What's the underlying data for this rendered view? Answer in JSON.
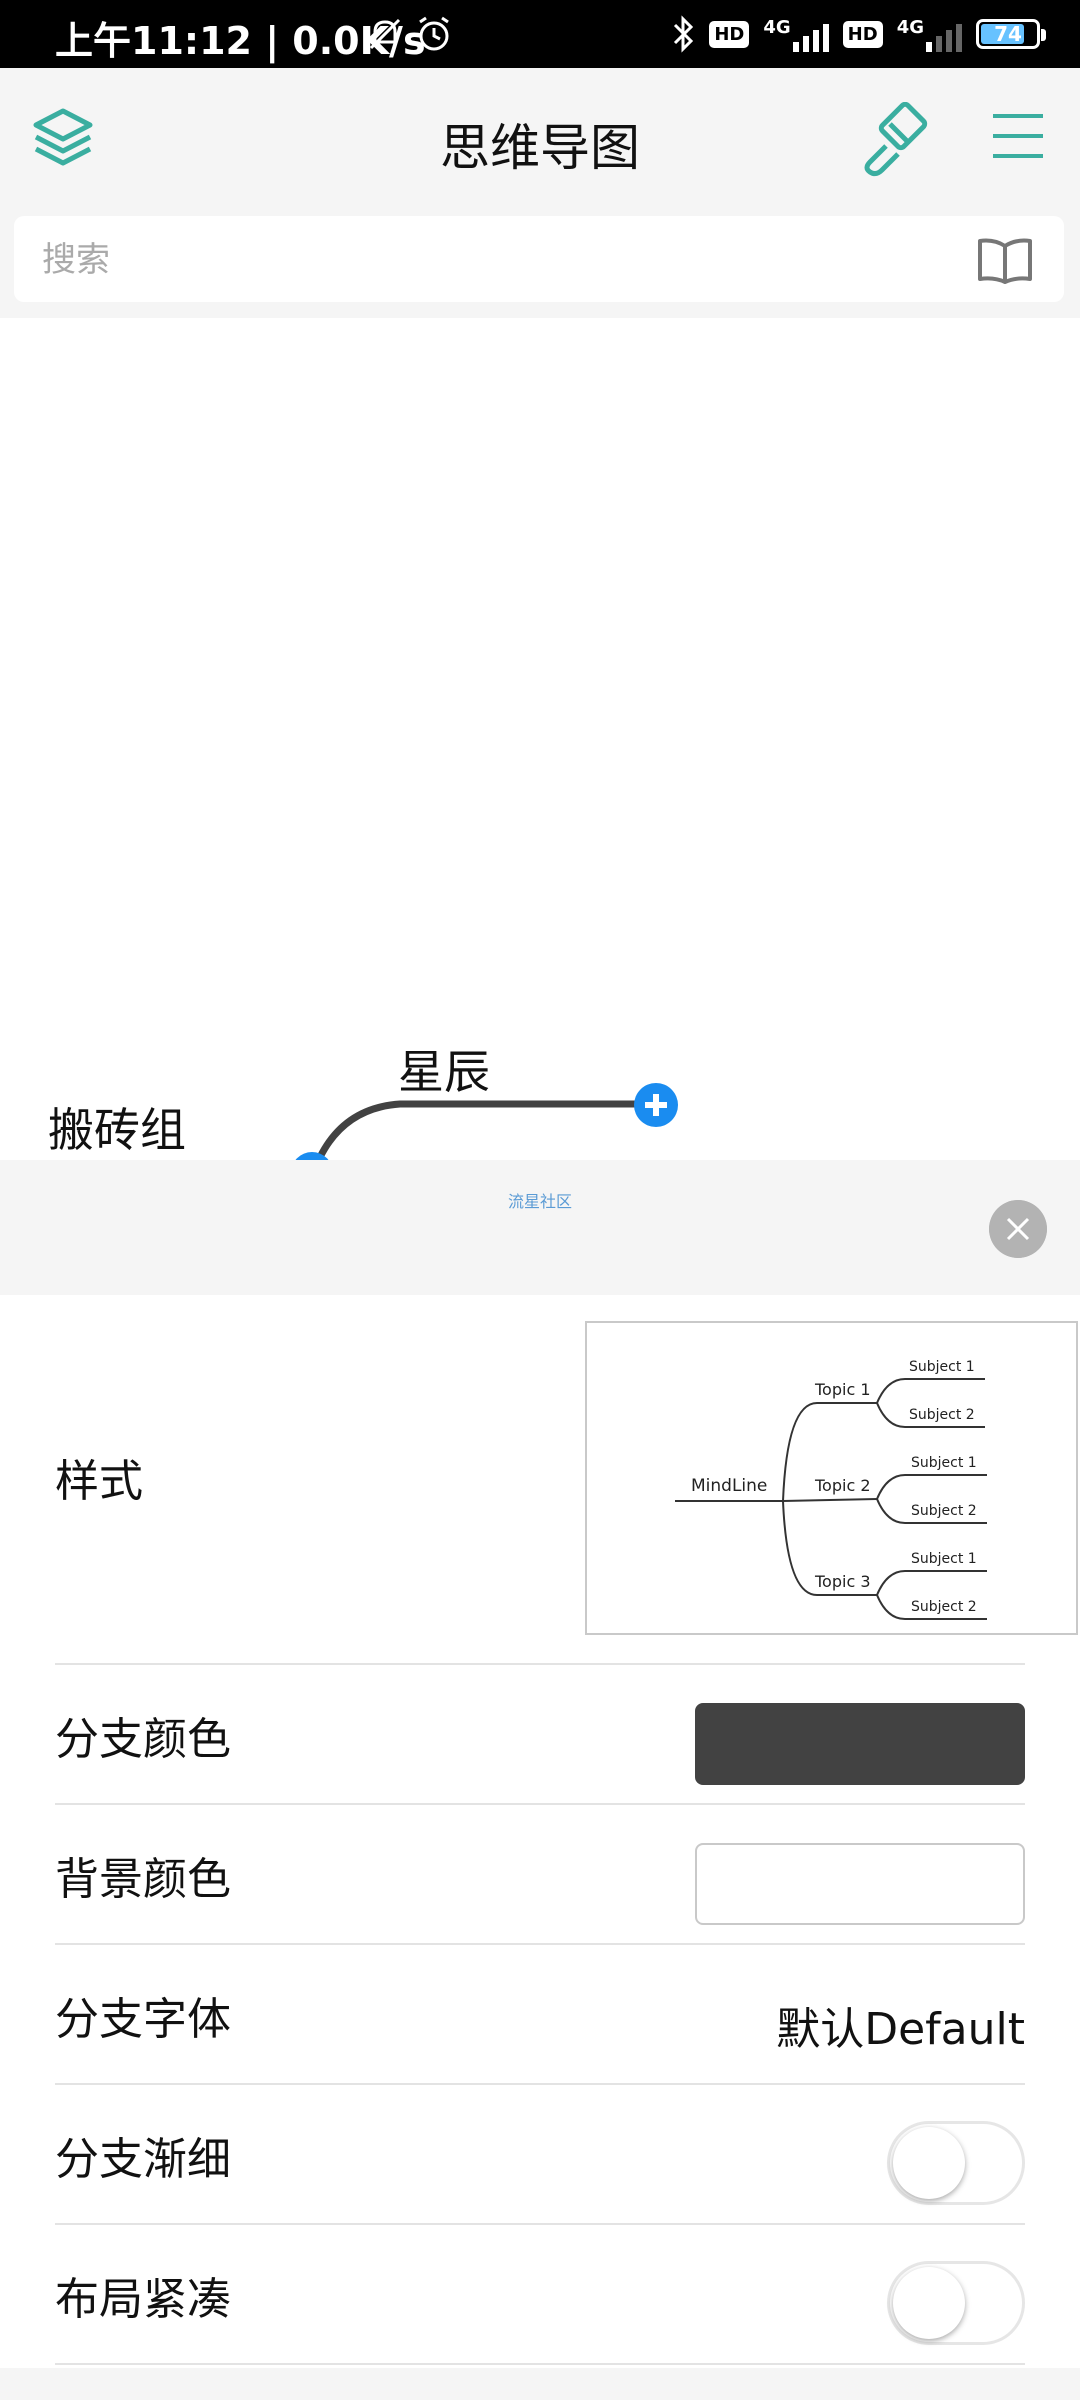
{
  "status_bar": {
    "time": "上午11:12 | 0.0K/s",
    "hd_badge_1": "HD",
    "net_1": "4G",
    "hd_badge_2": "HD",
    "net_2": "4G",
    "battery": "74"
  },
  "header": {
    "title": "思维导图",
    "accent_color": "#3aaea0"
  },
  "search": {
    "placeholder": "搜索"
  },
  "canvas": {
    "nodes": [
      "搬砖组",
      "星辰"
    ]
  },
  "ad": {
    "text": "流星社区"
  },
  "style_panel": {
    "style_label": "样式",
    "preview": {
      "root": "MindLine",
      "topics": [
        "Topic 1",
        "Topic 2",
        "Topic 3"
      ],
      "subjects": [
        "Subject 1",
        "Subject 2"
      ]
    },
    "branch_color_label": "分支颜色",
    "branch_color": "#424242",
    "bg_color_label": "背景颜色",
    "bg_color": "#ffffff",
    "branch_font_label": "分支字体",
    "branch_font_value": "默认Default",
    "taper_label": "分支渐细",
    "taper_on": false,
    "compact_label": "布局紧凑",
    "compact_on": false
  }
}
